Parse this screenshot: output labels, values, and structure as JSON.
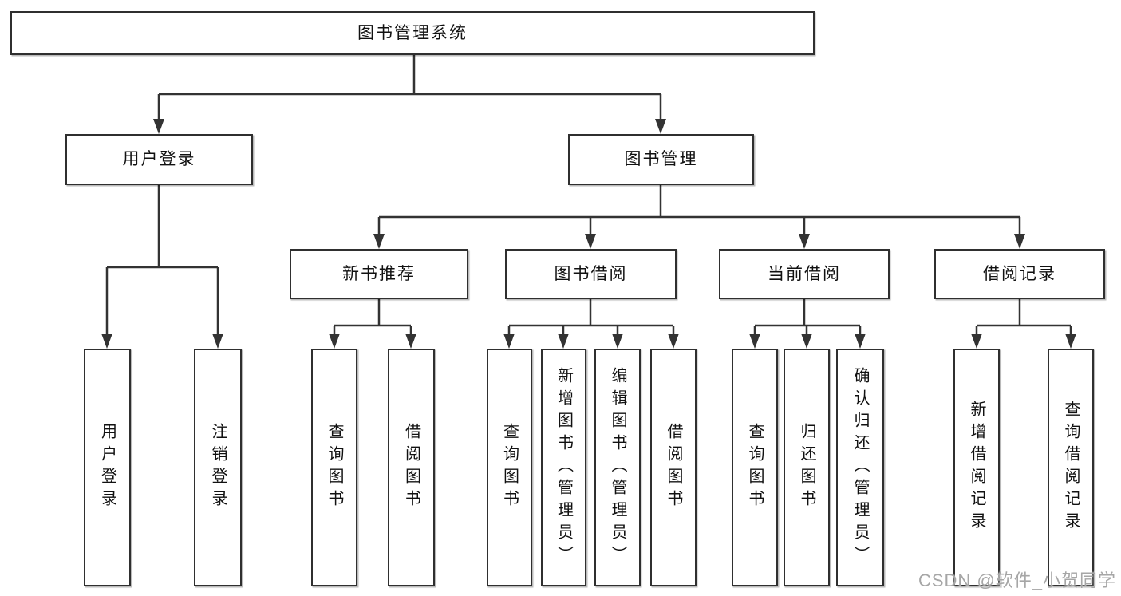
{
  "title_node": "图书管理系统",
  "level2": {
    "user_login": "用户登录",
    "book_mgmt": "图书管理"
  },
  "level3": {
    "new_books": "新书推荐",
    "borrowing": "图书借阅",
    "current": "当前借阅",
    "records": "借阅记录"
  },
  "leaves": {
    "user_login": [
      "用户登录",
      "注销登录"
    ],
    "new_books": [
      "查询图书",
      "借阅图书"
    ],
    "borrowing": [
      "查询图书",
      "新增图书（管理员）",
      "编辑图书（管理员）",
      "借阅图书"
    ],
    "current": [
      "查询图书",
      "归还图书",
      "确认归还（管理员）"
    ],
    "records": [
      "新增借阅记录",
      "查询借阅记录"
    ]
  },
  "watermark": "CSDN @软件_小贺同学",
  "colors": {
    "line": "#333333",
    "box_border": "#2f2f2f",
    "text": "#111111",
    "background": "#ffffff",
    "watermark": "#a6a6a6"
  }
}
